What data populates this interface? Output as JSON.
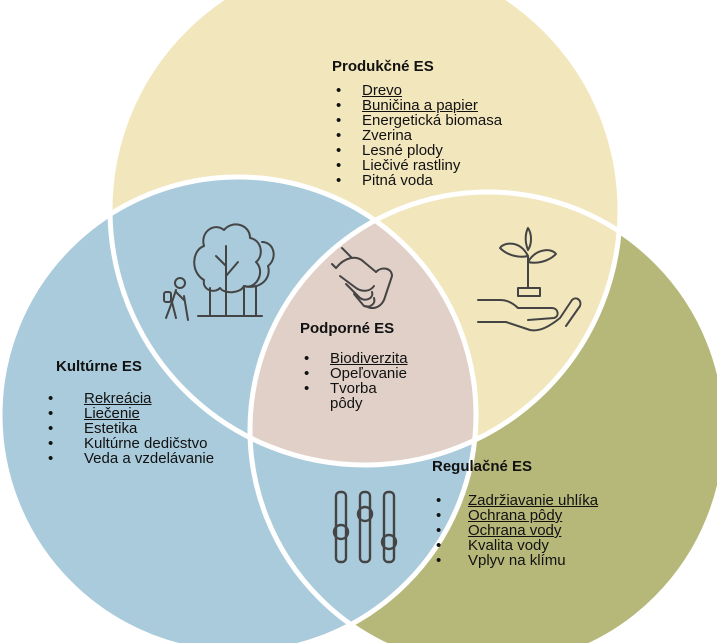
{
  "colors": {
    "produkcne": "#f2e6bd",
    "kulturne": "#aacbdb",
    "regulacne": "#b6b87a",
    "podporne": "#e0d0c8",
    "border": "#ffffff",
    "icon": "#444444"
  },
  "sections": {
    "produkcne": {
      "title": "Produkčné ES",
      "items": [
        "Drevo",
        "Buničina a papier",
        "Energetická biomasa",
        "Zverina",
        "Lesné plody",
        "Liečivé rastliny",
        "Pitná voda"
      ]
    },
    "kulturne": {
      "title": "Kultúrne ES",
      "items": [
        "Rekreácia",
        "Liečenie",
        "Estetika",
        "Kultúrne dedičstvo",
        "Veda a vzdelávanie"
      ]
    },
    "podporne": {
      "title": "Podporné ES",
      "items": [
        "Biodiverzita",
        "Opeľovanie",
        "Tvorba",
        "pôdy"
      ]
    },
    "regulacne": {
      "title": "Regulačné ES",
      "items": [
        "Zadržiavanie uhlíka",
        "Ochrana pôdy",
        "Ochrana vody",
        "Kvalita vody",
        "Vplyv na klímu"
      ]
    }
  },
  "icons": {
    "hiker": "hiker-icon",
    "trees": "trees-icon",
    "handshake": "handshake-icon",
    "plant_hand": "plant-in-hand-icon",
    "sliders": "sliders-icon"
  }
}
